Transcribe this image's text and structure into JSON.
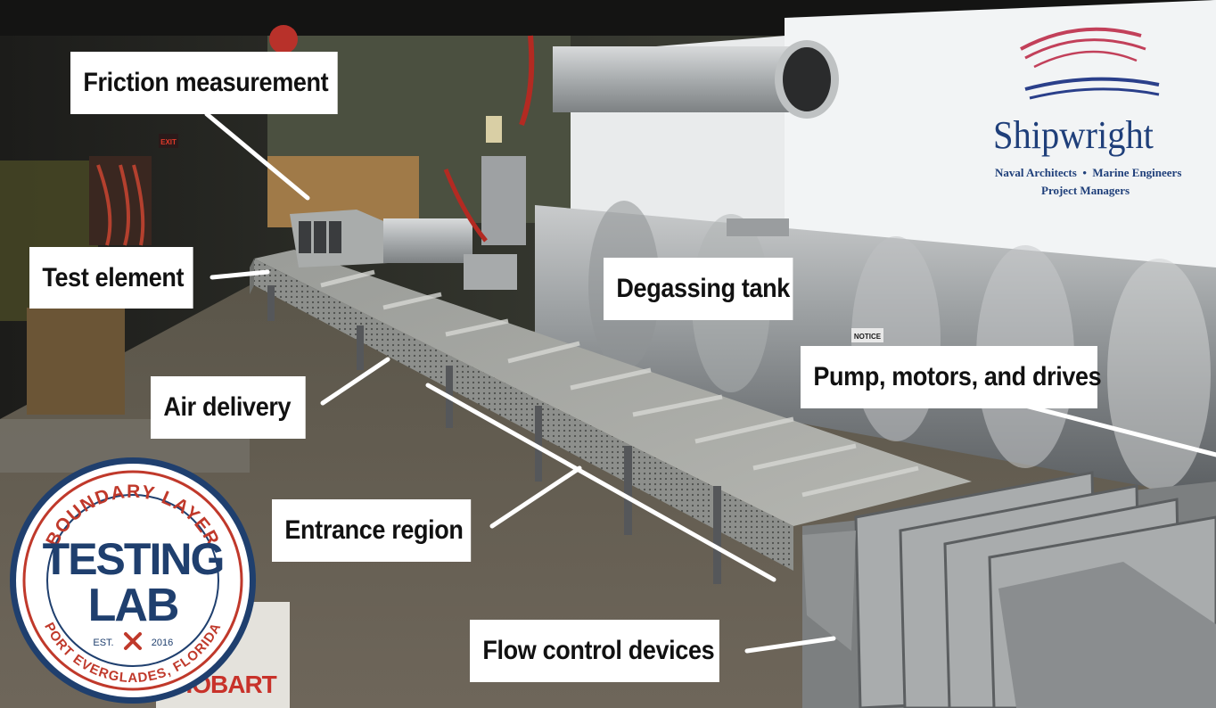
{
  "image": {
    "alt": "Boundary layer testing lab channel with labeled components",
    "colors": {
      "label_background": "#ffffff",
      "label_text": "#111111",
      "leader_line": "#ffffff",
      "seal_red": "#c0392b",
      "seal_navy": "#1f3f6e",
      "banner_navy": "#1f3f7a"
    }
  },
  "callouts": [
    {
      "id": "friction",
      "text": "Friction measurement"
    },
    {
      "id": "test",
      "text": "Test element"
    },
    {
      "id": "degassing",
      "text": "Degassing tank"
    },
    {
      "id": "pump",
      "text": "Pump, motors, and drives"
    },
    {
      "id": "air",
      "text": "Air delivery"
    },
    {
      "id": "entrance",
      "text": "Entrance region"
    },
    {
      "id": "flow",
      "text": "Flow control devices"
    }
  ],
  "banner": {
    "name": "Shipwright",
    "line1": "Naval Architects  •  Marine Engineers",
    "line2": "Project Managers"
  },
  "seal": {
    "arc_top": "BOUNDARY LAYER",
    "line1": "TESTING",
    "line2": "LAB",
    "est": "EST.",
    "year": "2016",
    "arc_bottom": "PORT EVERGLADES, FLORIDA"
  },
  "signs": {
    "exit": "EXIT",
    "notice": "NOTICE",
    "welder_brand": "HOBART"
  }
}
